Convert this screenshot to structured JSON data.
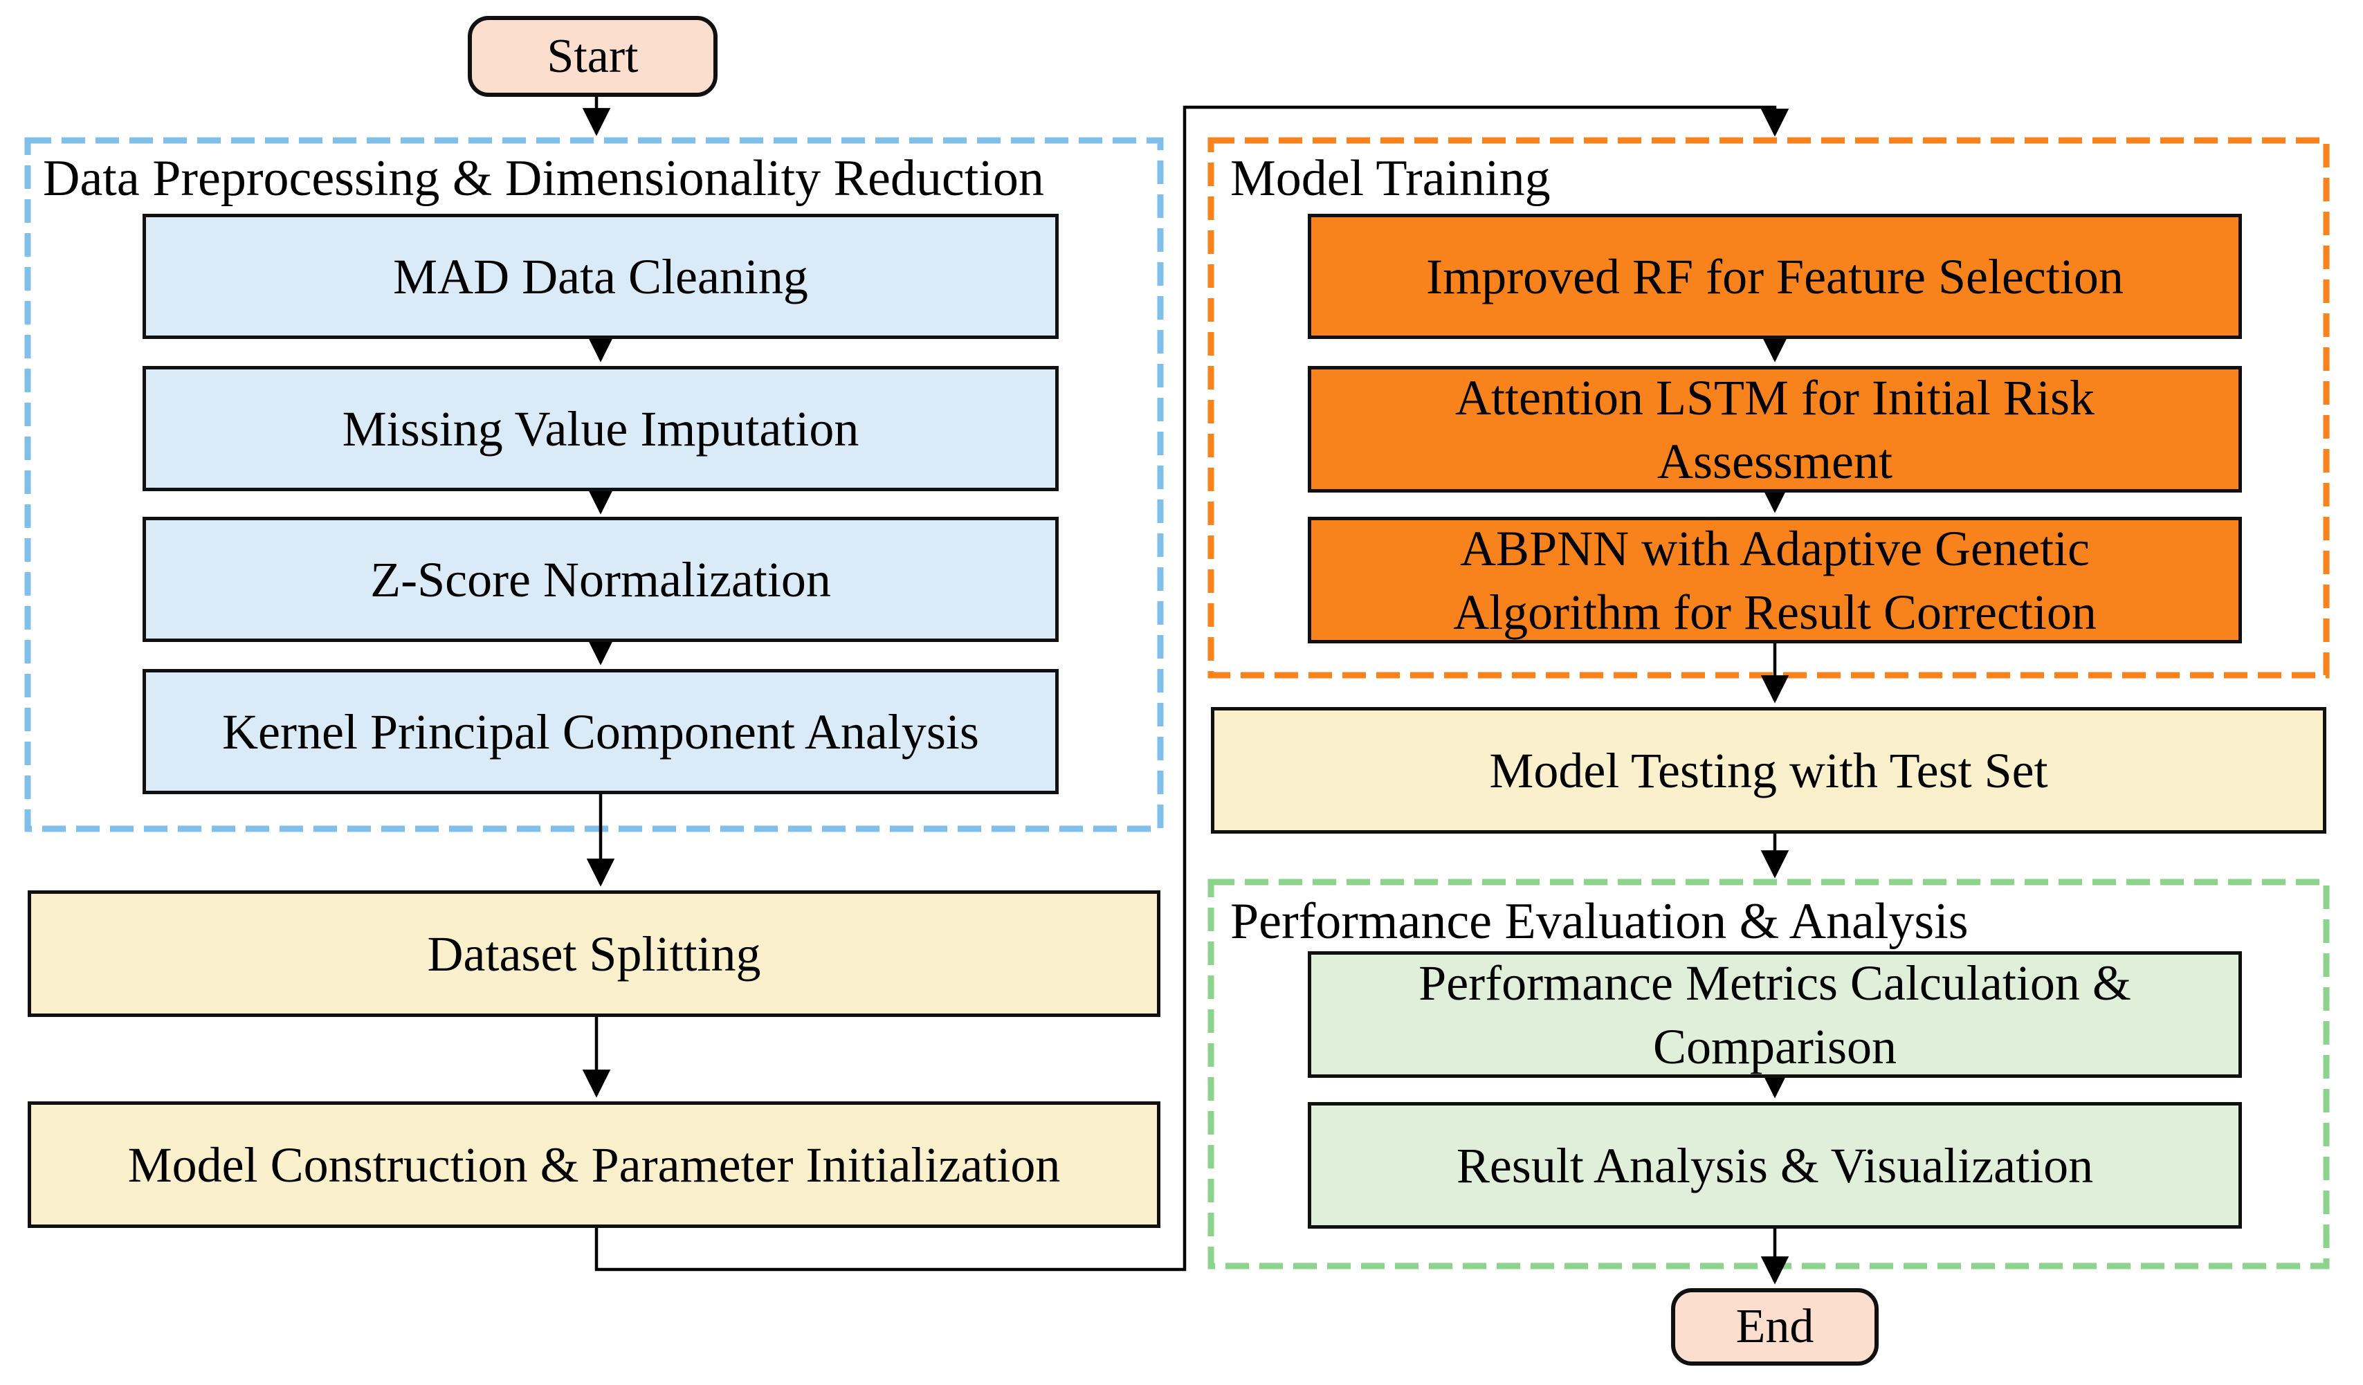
{
  "terminals": {
    "start": "Start",
    "end": "End"
  },
  "preprocessing": {
    "title": "Data Preprocessing & Dimensionality Reduction",
    "steps": [
      [
        "MAD Data Cleaning"
      ],
      [
        "Missing Value Imputation"
      ],
      [
        "Z-Score Normalization"
      ],
      [
        "Kernel Principal Component Analysis"
      ]
    ]
  },
  "standalone": {
    "dataset_splitting": "Dataset Splitting",
    "model_construction": "Model Construction & Parameter Initialization",
    "model_testing": "Model Testing with Test Set"
  },
  "training": {
    "title": "Model Training",
    "steps": [
      [
        "Improved RF for Feature Selection"
      ],
      [
        "Attention LSTM for Initial Risk",
        "Assessment"
      ],
      [
        "ABPNN with Adaptive Genetic",
        "Algorithm for Result Correction"
      ]
    ]
  },
  "evaluation": {
    "title": "Performance Evaluation & Analysis",
    "steps": [
      [
        "Performance Metrics Calculation &",
        "Comparison"
      ],
      [
        "Result Analysis & Visualization"
      ]
    ]
  },
  "colors": {
    "terminal_fill": "#fbdecd",
    "blue_fill": "#daeaf6",
    "yellow_fill": "#faf0cc",
    "orange_fill": "#f8821c",
    "green_fill": "#e0efda",
    "blue_dash": "#7fbfe9",
    "orange_dash": "#f8821c",
    "green_dash": "#8cd48c",
    "line": "#000000"
  }
}
